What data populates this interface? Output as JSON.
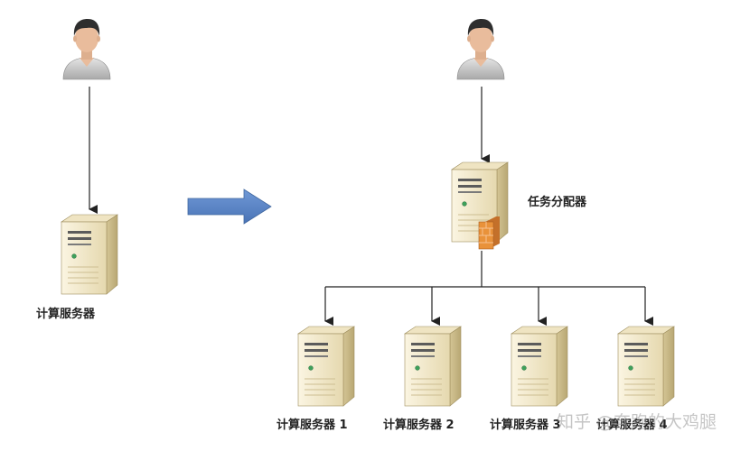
{
  "colors": {
    "line": "#222222",
    "arrow_fill": "#5B85C6",
    "server_light": "#F1E7C8",
    "server_dark": "#C9B98A",
    "skin": "#E9BC9C",
    "hair": "#2E2E2E",
    "shirt": "#C9C9C9",
    "firewall": "#E9923A"
  },
  "icons": [
    "user-icon",
    "server-icon",
    "firewall-icon",
    "right-arrow-icon"
  ],
  "labels": {
    "left_server": "计算服务器",
    "dispatcher": "任务分配器",
    "server_1": "计算服务器 1",
    "server_2": "计算服务器 2",
    "server_3": "计算服务器 3",
    "server_4": "计算服务器 4"
  },
  "watermark": "知乎 @奔跑的大鸡腿"
}
